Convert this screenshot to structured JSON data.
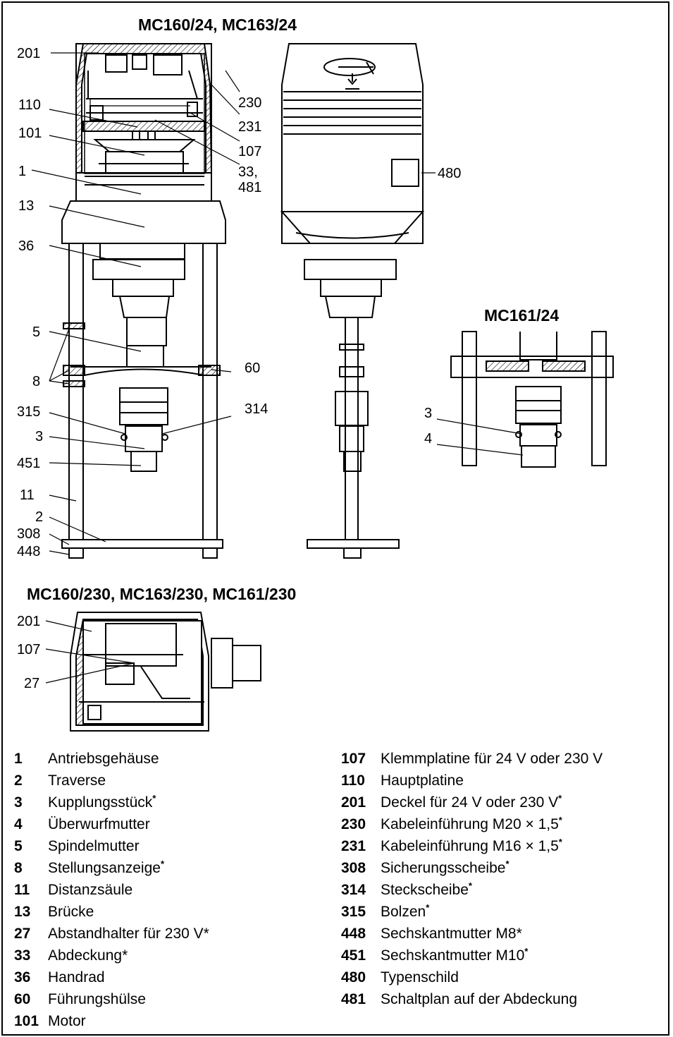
{
  "titles": {
    "top": "MC160/24, MC163/24",
    "side": "MC161/24",
    "bottom": "MC160/230, MC163/230, MC161/230"
  },
  "callouts_front": [
    {
      "num": "201"
    },
    {
      "num": "110"
    },
    {
      "num": "101"
    },
    {
      "num": "1"
    },
    {
      "num": "13"
    },
    {
      "num": "36"
    },
    {
      "num": "5"
    },
    {
      "num": "8"
    },
    {
      "num": "315"
    },
    {
      "num": "3"
    },
    {
      "num": "451"
    },
    {
      "num": "11"
    },
    {
      "num": "2"
    },
    {
      "num": "308"
    },
    {
      "num": "448"
    },
    {
      "num": "230"
    },
    {
      "num": "231"
    },
    {
      "num": "107"
    },
    {
      "num": "33,"
    },
    {
      "num": "481"
    },
    {
      "num": "60"
    },
    {
      "num": "314"
    },
    {
      "num": "480"
    }
  ],
  "callouts_side": [
    {
      "num": "3"
    },
    {
      "num": "4"
    }
  ],
  "callouts_bottom": [
    {
      "num": "201"
    },
    {
      "num": "107"
    },
    {
      "num": "27"
    }
  ],
  "legend_left": [
    {
      "num": "1",
      "label": "Antriebsgehäuse",
      "star": ""
    },
    {
      "num": "2",
      "label": "Traverse",
      "star": ""
    },
    {
      "num": "3",
      "label": "Kupplungsstück",
      "star": "*"
    },
    {
      "num": "4",
      "label": "Überwurfmutter",
      "star": ""
    },
    {
      "num": "5",
      "label": "Spindelmutter",
      "star": ""
    },
    {
      "num": "8",
      "label": "Stellungsanzeige",
      "star": "*"
    },
    {
      "num": "11",
      "label": "Distanzsäule",
      "star": ""
    },
    {
      "num": "13",
      "label": "Brücke",
      "star": ""
    },
    {
      "num": "27",
      "label": "Abstandhalter für 230 V*",
      "star": ""
    },
    {
      "num": "33",
      "label": "Abdeckung*",
      "star": ""
    },
    {
      "num": "36",
      "label": "Handrad",
      "star": ""
    },
    {
      "num": "60",
      "label": "Führungshülse",
      "star": ""
    },
    {
      "num": "101",
      "label": "Motor",
      "star": ""
    }
  ],
  "legend_right": [
    {
      "num": "107",
      "label": "Klemmplatine für 24 V oder 230 V",
      "star": ""
    },
    {
      "num": "110",
      "label": "Hauptplatine",
      "star": ""
    },
    {
      "num": "201",
      "label": "Deckel für 24 V oder 230 V",
      "star": "*"
    },
    {
      "num": "230",
      "label": "Kabeleinführung M20 × 1,5",
      "star": "*"
    },
    {
      "num": "231",
      "label": "Kabeleinführung M16 × 1,5",
      "star": "*"
    },
    {
      "num": "308",
      "label": "Sicherungsscheibe",
      "star": "*"
    },
    {
      "num": "314",
      "label": "Steckscheibe",
      "star": "*"
    },
    {
      "num": "315",
      "label": "Bolzen",
      "star": "*"
    },
    {
      "num": "448",
      "label": "Sechskantmutter M8*",
      "star": ""
    },
    {
      "num": "451",
      "label": "Sechskantmutter M10",
      "star": "*"
    },
    {
      "num": "480",
      "label": "Typenschild",
      "star": ""
    },
    {
      "num": "481",
      "label": "Schaltplan auf der Abdeckung",
      "star": ""
    }
  ]
}
